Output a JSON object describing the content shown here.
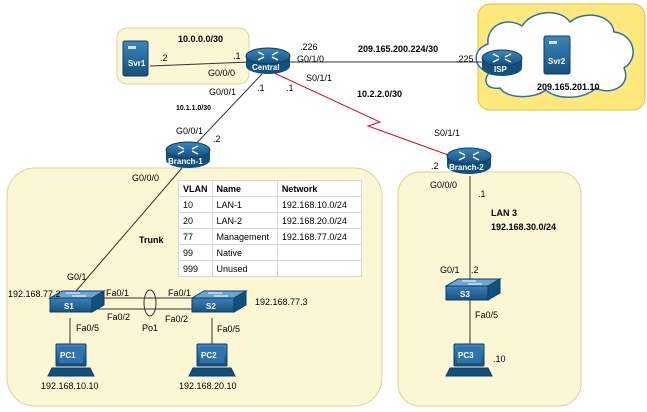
{
  "colors": {
    "area_fill": "#fbf6d3",
    "area_stroke": "#dcd39a",
    "isp_area_fill": "#ffe87c",
    "cloud_fill": "#ffffff",
    "cloud_stroke": "#2e6fb0",
    "wan_link": "#c8102e",
    "device_blue": "#1a5a8a",
    "link": "#333333"
  },
  "networks": {
    "server_lan": "10.0.0.0/30",
    "central_branch1": "10.1.1.0/30",
    "central_branch2": "10.2.2.0/30",
    "central_isp": "209.165.200.224/30",
    "lan3_name": "LAN 3",
    "lan3_addr": "192.168.30.0/24"
  },
  "devices": {
    "svr1": "Svr1",
    "central": "Central",
    "isp": "ISP",
    "svr2": "Svr2",
    "svr2_ip": "209.165.201.10",
    "branch1": "Branch-1",
    "branch2": "Branch-2",
    "s1": "S1",
    "s2": "S2",
    "s3": "S3",
    "pc1": "PC1",
    "pc2": "PC2",
    "pc3": "PC3",
    "pc1_ip": "192.168.10.10",
    "pc2_ip": "192.168.20.10",
    "pc3_host": ".10",
    "s1_ip": "192.168.77.2",
    "s2_ip": "192.168.77.3"
  },
  "ports": {
    "svr1_host": ".2",
    "central_svr1_host": ".1",
    "central_g000": "G0/0/0",
    "central_isp_host": ".226",
    "central_g010": "G0/1/0",
    "isp_host": ".225",
    "central_s011": "S0/1/1",
    "central_g001": "G0/0/1",
    "central_b1_host": ".1",
    "central_b2_host": ".1",
    "b1_g001": "G0/0/1",
    "b1_host": ".2",
    "b1_g000": "G0/0/0",
    "trunk": "Trunk",
    "s1_g01": "G0/1",
    "s1_fa01": "Fa0/1",
    "s1_fa02": "Fa0/2",
    "po1": "Po1",
    "s2_fa01": "Fa0/1",
    "s2_fa02": "Fa0/2",
    "s1_fa05": "Fa0/5",
    "s2_fa05": "Fa0/5",
    "b2_s011": "S0/1/1",
    "b2_host": ".2",
    "b2_g000": "G0/0/0",
    "b2_lan_host": ".1",
    "s3_g01": "G0/1",
    "s3_host": ".2",
    "s3_fa05": "Fa0/5"
  },
  "vlan_table": {
    "headers": [
      "VLAN",
      "Name",
      "Network"
    ],
    "rows": [
      [
        "10",
        "LAN-1",
        "192.168.10.0/24"
      ],
      [
        "20",
        "LAN-2",
        "192.168.20.0/24"
      ],
      [
        "77",
        "Management",
        "192.168.77.0/24"
      ],
      [
        "99",
        "Native",
        ""
      ],
      [
        "999",
        "Unused",
        ""
      ]
    ]
  }
}
